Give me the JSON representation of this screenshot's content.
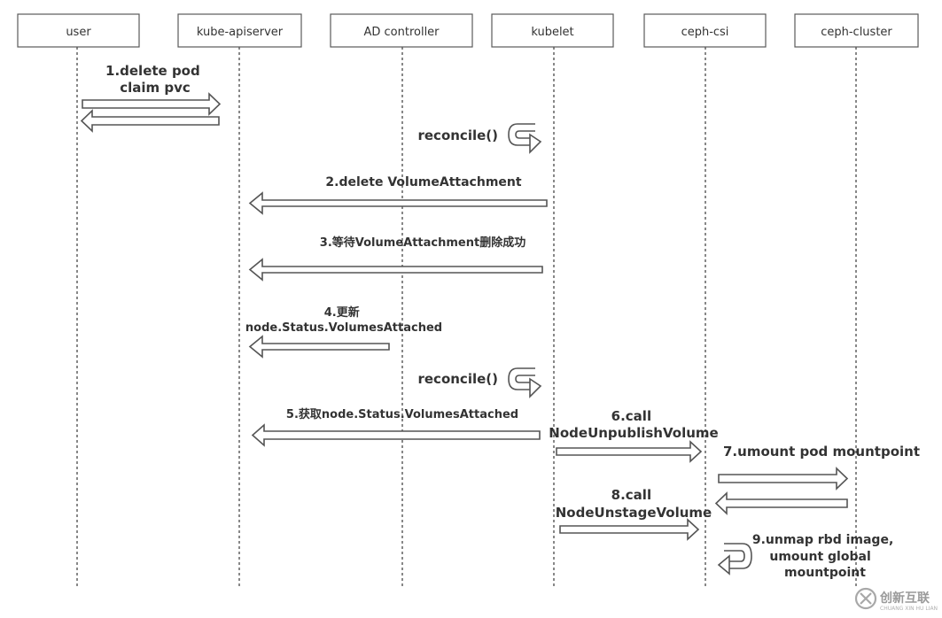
{
  "actors": [
    {
      "id": "user",
      "label": "user"
    },
    {
      "id": "kube-apiserver",
      "label": "kube-apiserver"
    },
    {
      "id": "ad-controller",
      "label": "AD controller"
    },
    {
      "id": "kubelet",
      "label": "kubelet"
    },
    {
      "id": "ceph-csi",
      "label": "ceph-csi"
    },
    {
      "id": "ceph-cluster",
      "label": "ceph-cluster"
    }
  ],
  "messages": {
    "m1": [
      "1.delete pod",
      "claim pvc"
    ],
    "reconcile_1": [
      "reconcile()"
    ],
    "m2": [
      "2.delete VolumeAttachment"
    ],
    "m3": [
      "3.等待VolumeAttachment删除成功"
    ],
    "m4": [
      "4.更新",
      "node.Status.VolumesAttached"
    ],
    "reconcile_2": [
      "reconcile()"
    ],
    "m5": [
      "5.获取node.Status.VolumesAttached"
    ],
    "m6": [
      "6.call",
      "NodeUnpublishVolume"
    ],
    "m7": [
      "7.umount pod mountpoint"
    ],
    "m8": [
      "8.call",
      "NodeUnstageVolume"
    ],
    "m9": [
      "9.unmap rbd image,",
      "umount  global",
      "mountpoint"
    ]
  },
  "watermark": {
    "text": "创新互联",
    "sub": "CHUANG XIN HU LIAN"
  }
}
